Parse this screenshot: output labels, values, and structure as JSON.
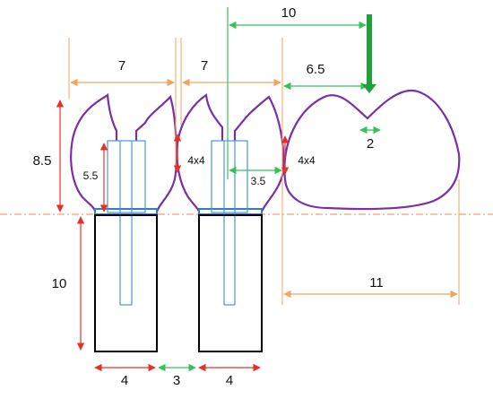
{
  "colors": {
    "tooth_outline": "#7a2fa8",
    "implant_body": "#4a98d8",
    "crown_base": "#2f7fc2",
    "root": "#000000",
    "dim_orange": "#f5a25e",
    "dim_red": "#e8302a",
    "dim_green": "#35c25a",
    "force_arrow": "#1fa13a",
    "bone_line": "#f08a4e"
  },
  "icons": {
    "force": "thick-downward-arrow-icon"
  },
  "labels": {
    "crown_width_1": "7",
    "crown_width_2": "7",
    "implant_to_force": "10",
    "gap_to_molar": "6.5",
    "crown_height": "8.5",
    "abutment_height": "5.5",
    "contact_left": "4x4",
    "contact_right": "4x4",
    "implant_offset": "3.5",
    "fossa_width": "2",
    "root_height": "10",
    "molar_width": "11",
    "root_width_1": "4",
    "root_gap": "3",
    "root_width_2": "4"
  }
}
